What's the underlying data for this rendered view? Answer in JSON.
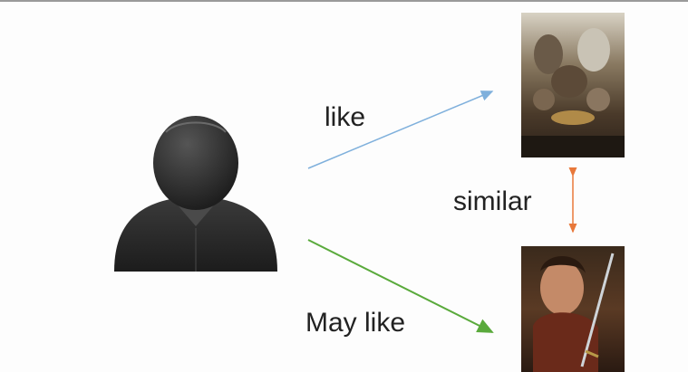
{
  "diagram": {
    "labels": {
      "like": "like",
      "similar": "similar",
      "may_like": "May like"
    },
    "colors": {
      "like_arrow": "#7fb0dc",
      "may_like_arrow": "#5aaa3c",
      "similar_arrow": "#e8783a",
      "user_icon": "#2e2e2e"
    },
    "icons": {
      "user": "user-silhouette-icon",
      "movie_top": "movie-poster-icon",
      "movie_bottom": "movie-poster-icon"
    }
  }
}
